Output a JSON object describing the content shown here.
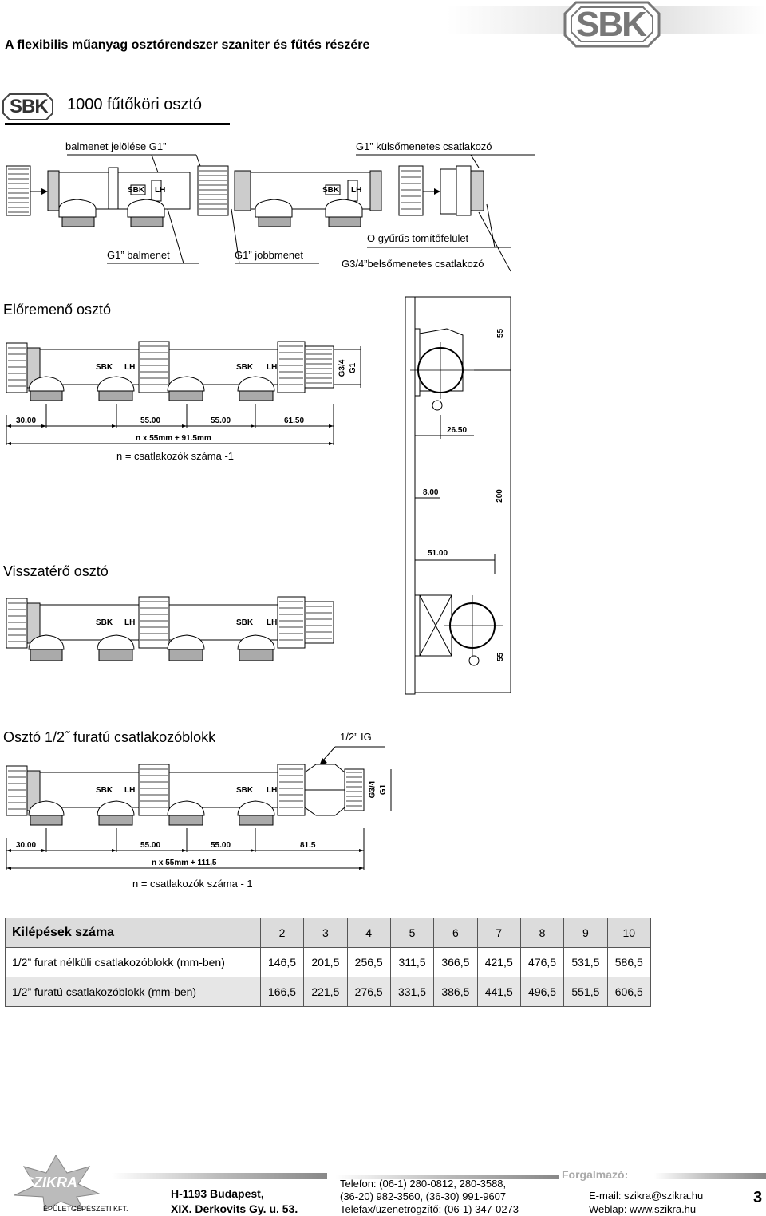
{
  "header": {
    "title": "A flexibilis műanyag osztórendszer szaniter és fűtés részére",
    "logo_text": "SBK"
  },
  "section": {
    "logo_text": "SBK",
    "title": "1000 fűtőköri osztó"
  },
  "diagram1": {
    "label_balmenet_jelolese": "balmenet jelölése G1”",
    "label_g1_kulso": "G1” külsőmenetes csatlakozó",
    "label_g1_balmenet": "G1” balmenet",
    "label_g1_jobbmenet": "G1” jobbmenet",
    "label_o_gyurus": "O gyűrűs tömítőfelület",
    "label_g34_belso": "G3/4”belsőmenetes csatlakozó",
    "body_marks": [
      "SBK",
      "LH",
      "SBK",
      "LH"
    ]
  },
  "eloremeno": {
    "title": "Előremenő osztó",
    "thread_label_1": "G3/4",
    "thread_label_2": "G1",
    "dims": [
      "30.00",
      "55.00",
      "55.00",
      "61.50"
    ],
    "formula": "n x 55mm + 91.5mm",
    "note": "n = csatlakozók száma -1",
    "body_marks": [
      "SBK",
      "LH",
      "SBK",
      "LH"
    ]
  },
  "side_view": {
    "dim_55_top": "55",
    "dim_26_50": "26.50",
    "dim_8_00": "8.00",
    "dim_200": "200",
    "dim_51_00": "51.00",
    "dim_55_bottom": "55"
  },
  "visszatero": {
    "title": "Visszatérő osztó",
    "body_marks": [
      "SBK",
      "LH",
      "SBK",
      "LH"
    ]
  },
  "blokk": {
    "title": "Osztó 1/2˝ furatú csatlakozóblokk",
    "ig_label": "1/2” IG",
    "thread_label_1": "G3/4",
    "thread_label_2": "G1",
    "dims": [
      "30.00",
      "55.00",
      "55.00",
      "81.5"
    ],
    "formula": "n x 55mm + 111,5",
    "note": "n = csatlakozók száma - 1",
    "body_marks": [
      "SBK",
      "LH",
      "SBK",
      "LH"
    ]
  },
  "table": {
    "header_label": "Kilépések száma",
    "columns": [
      "2",
      "3",
      "4",
      "5",
      "6",
      "7",
      "8",
      "9",
      "10"
    ],
    "rows": [
      {
        "label": "1/2” furat nélküli csatlakozóblokk (mm-ben)",
        "values": [
          "146,5",
          "201,5",
          "256,5",
          "311,5",
          "366,5",
          "421,5",
          "476,5",
          "531,5",
          "586,5"
        ]
      },
      {
        "label": "1/2” furatú csatlakozóblokk (mm-ben)",
        "values": [
          "166,5",
          "221,5",
          "276,5",
          "331,5",
          "386,5",
          "441,5",
          "496,5",
          "551,5",
          "606,5"
        ]
      }
    ]
  },
  "footer": {
    "logo_text": "SZIKRA",
    "logo_sub": "ÉPÜLETGÉPÉSZETI KFT.",
    "address_1": "H-1193 Budapest,",
    "address_2": "XIX. Derkovits Gy. u. 53.",
    "phone_1": "Telefon: (06-1) 280-0812, 280-3588,",
    "phone_2": "(36-20) 982-3560, (36-30) 991-9607",
    "phone_3": "Telefax/üzenetrögzítő: (06-1) 347-0273",
    "forgalmazo": "Forgalmazó:",
    "email": "E-mail: szikra@szikra.hu",
    "web": "Weblap: www.szikra.hu",
    "page_number": "3"
  }
}
